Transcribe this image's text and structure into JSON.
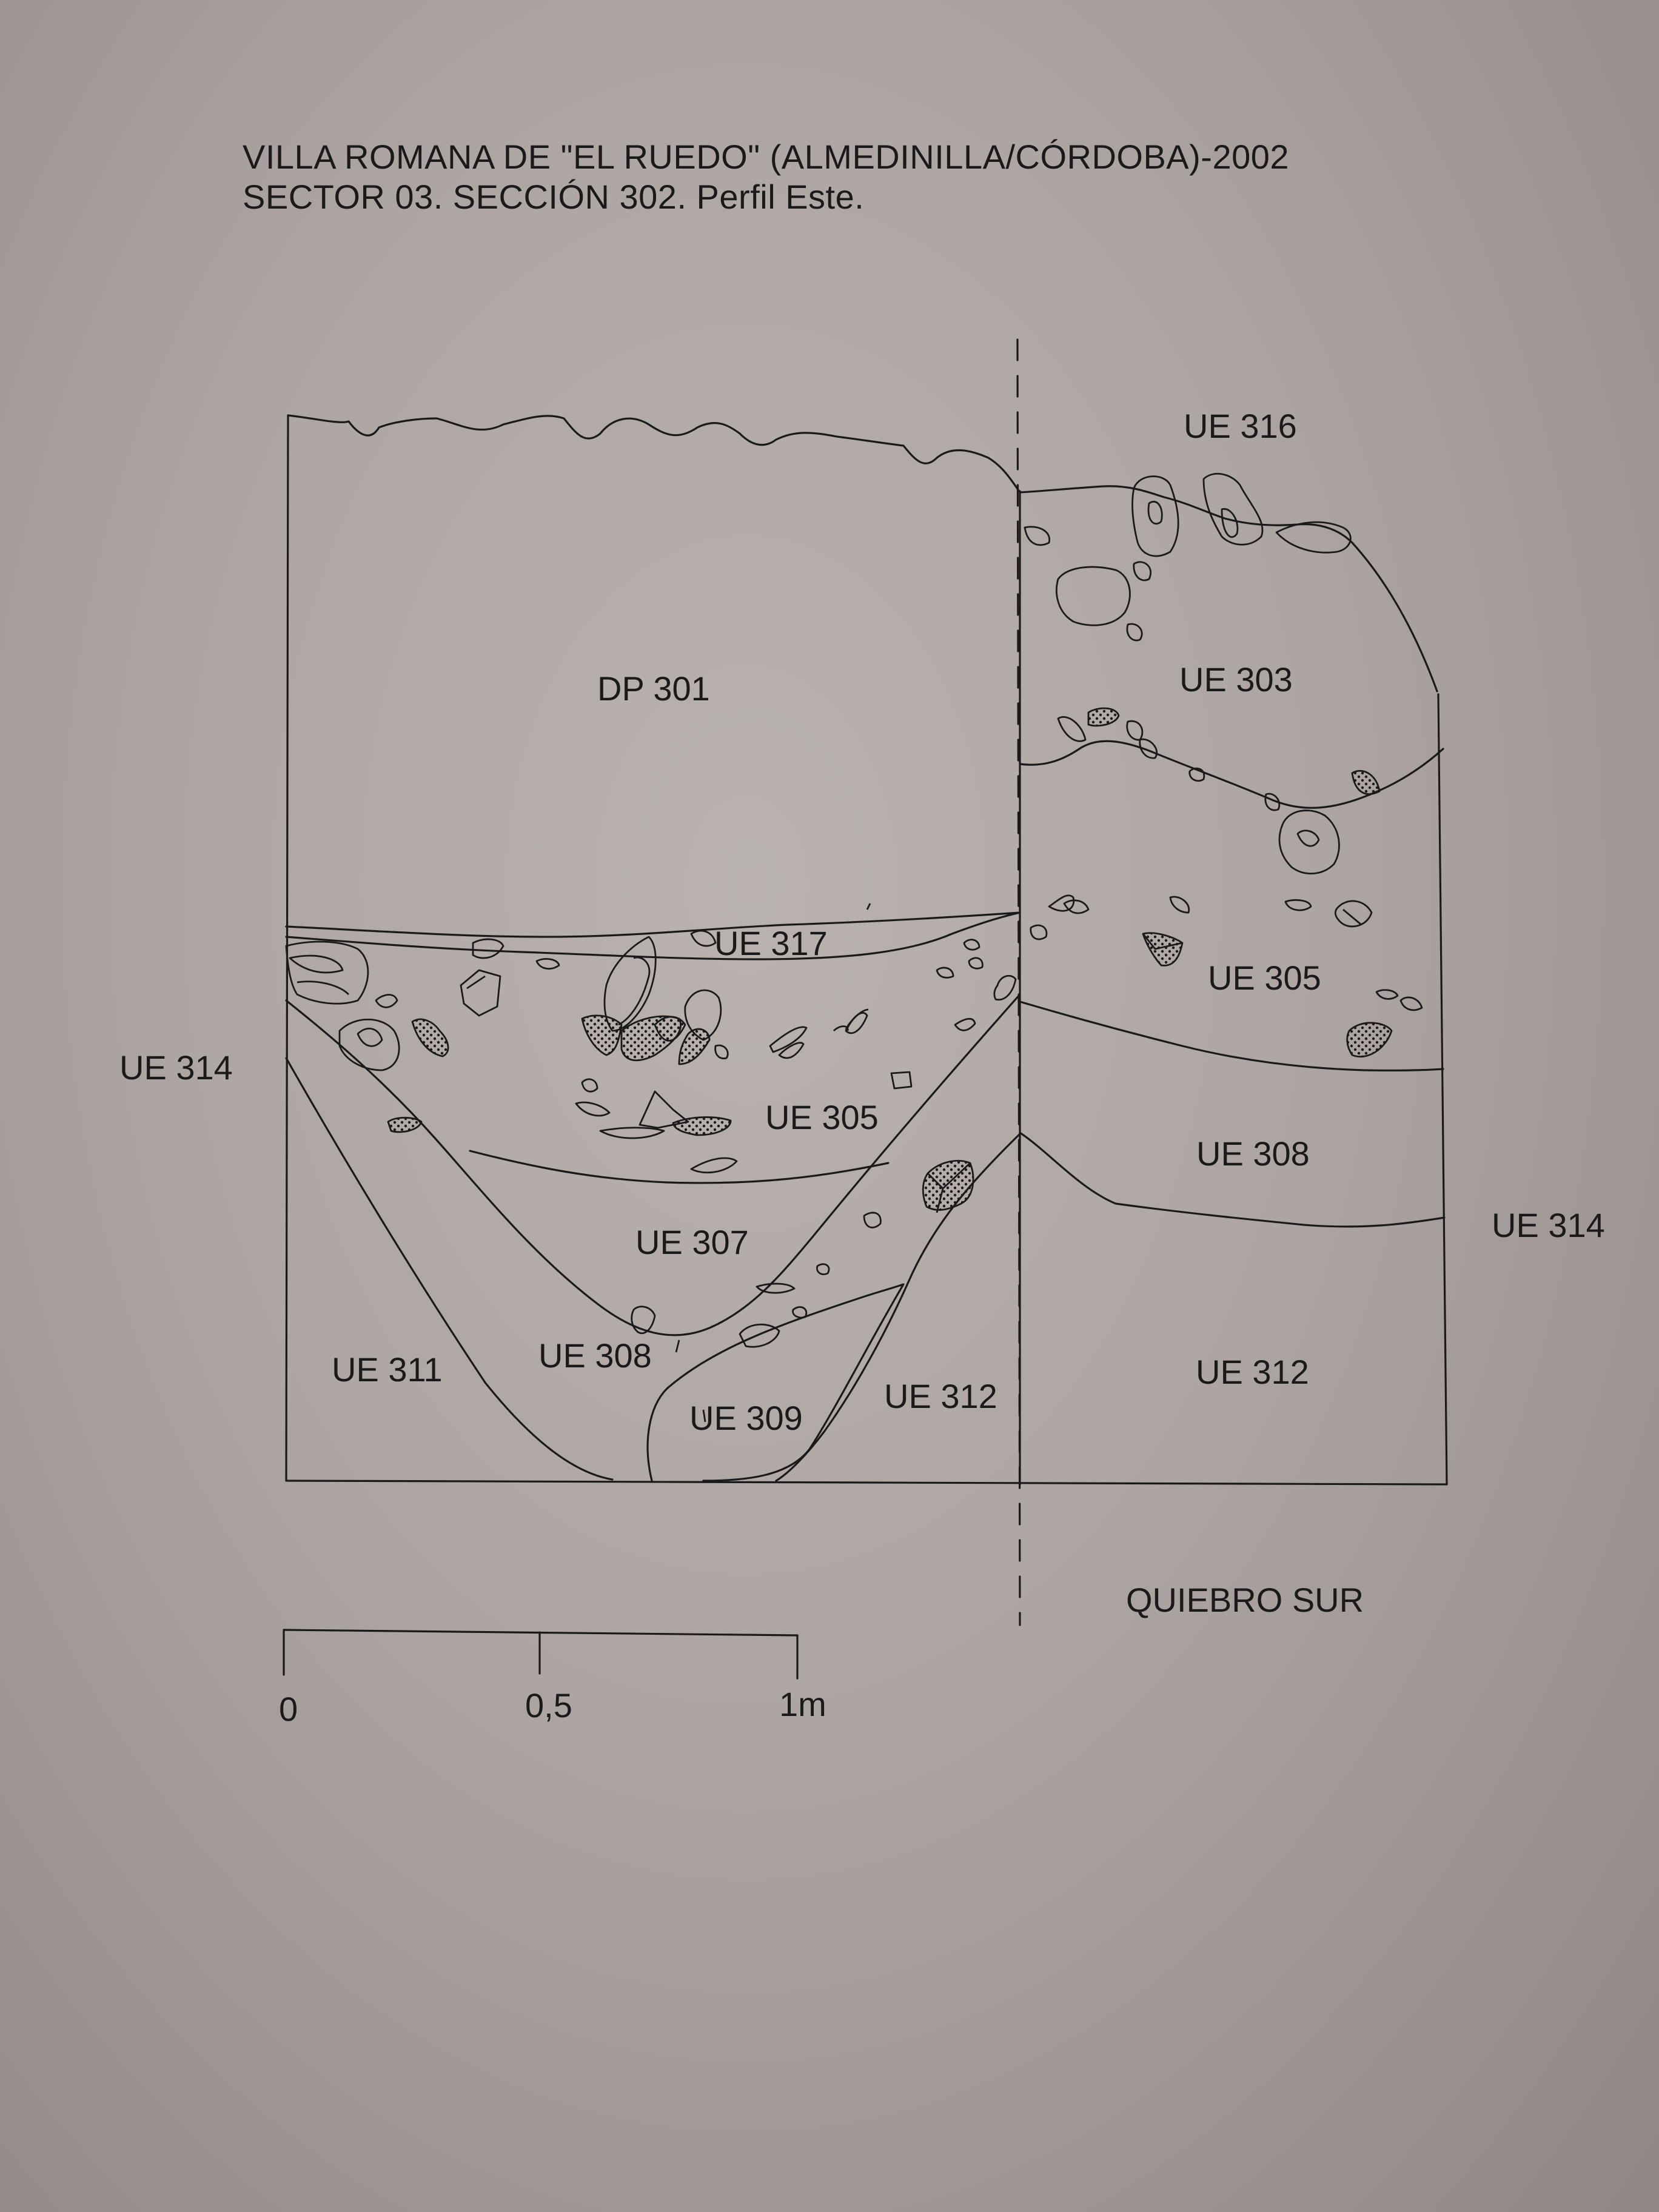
{
  "header": {
    "title_line1": "VILLA ROMANA DE \"EL RUEDO\" (ALMEDINILLA/CÓRDOBA)-2002",
    "title_line2": "SECTOR 03. SECCIÓN 302. Perfil Este."
  },
  "section_labels": {
    "dp301": "DP 301",
    "ue317": "UE 317",
    "ue305_left": "UE 305",
    "ue307": "UE 307",
    "ue308_left": "UE 308",
    "ue309": "UE 309",
    "ue311": "UE 311",
    "ue312_left": "UE 312",
    "ue314_left": "UE 314",
    "ue316": "UE 316",
    "ue303": "UE 303",
    "ue305_right": "UE 305",
    "ue308_right": "UE 308",
    "ue312_right": "UE 312",
    "ue314_right": "UE 314",
    "quiebro": "QUIEBRO SUR"
  },
  "scale_bar": {
    "tick_labels": [
      "0",
      "0,5",
      "1m"
    ]
  },
  "colors": {
    "paper": "#b1aaa6",
    "ink": "#1b1a1a"
  }
}
